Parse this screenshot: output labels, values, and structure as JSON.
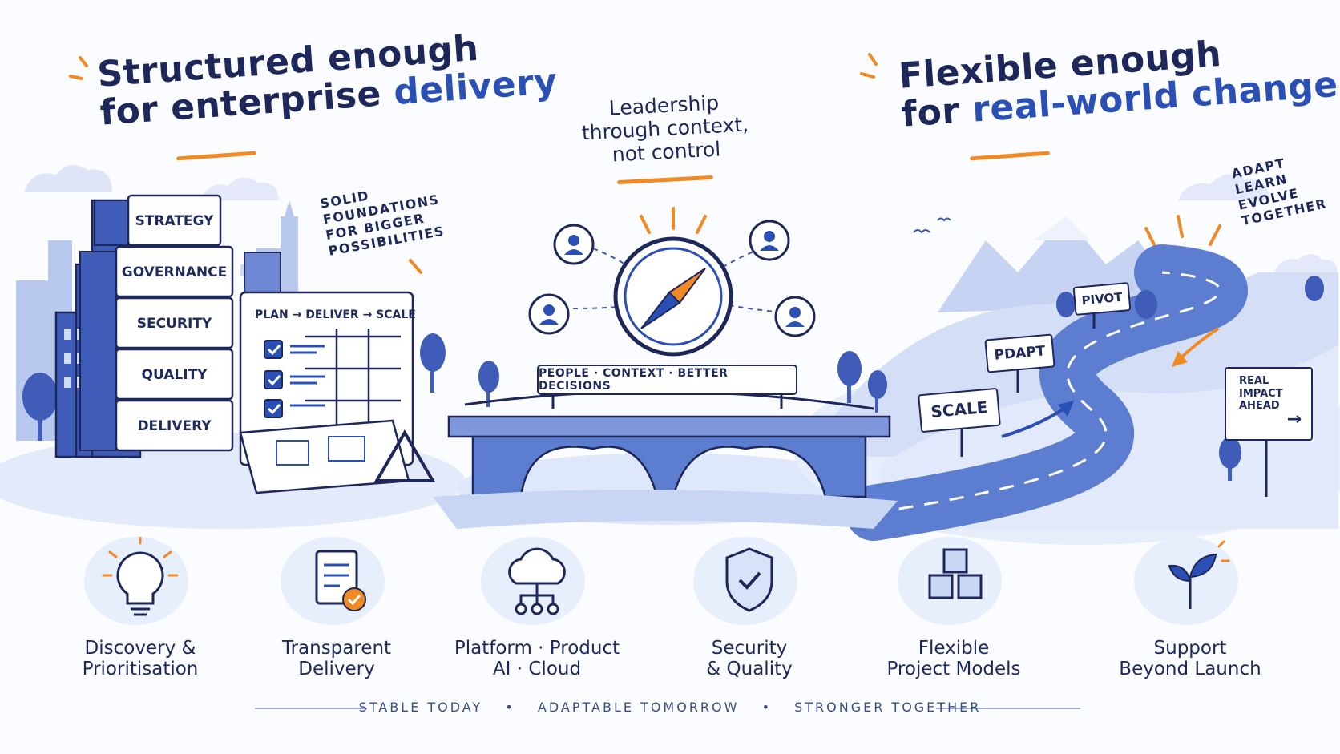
{
  "left_headline": {
    "line1": "Structured enough",
    "line2_plain": "for enterprise ",
    "line2_accent": "delivery"
  },
  "right_headline": {
    "line1": "Flexible enough",
    "line2_plain": "for ",
    "line2_accent": "real-world change"
  },
  "center_note": {
    "line1": "Leadership",
    "line2": "through context,",
    "line3": "not control"
  },
  "foundation_note": {
    "line1": "SOLID",
    "line2": "FOUNDATIONS",
    "line3": "FOR BIGGER",
    "line4": "POSSIBILITIES"
  },
  "adapt_note": {
    "line1": "ADAPT",
    "line2": "LEARN",
    "line3": "EVOLVE",
    "line4": "TOGETHER"
  },
  "building_blocks": {
    "strategy": "STRATEGY",
    "governance": "GOVERNANCE",
    "security": "SECURITY",
    "quality": "QUALITY",
    "delivery": "DELIVERY"
  },
  "board": {
    "title": "PLAN → DELIVER → SCALE"
  },
  "bridge_sign": "PEOPLE · CONTEXT · BETTER DECISIONS",
  "signs": {
    "pivot": "PIVOT",
    "adapt": "PDAPT",
    "scale": "SCALE",
    "impact_line1": "REAL",
    "impact_line2": "IMPACT",
    "impact_line3": "AHEAD",
    "impact_arrow": "→"
  },
  "features": [
    {
      "icon": "lightbulb-icon",
      "line1": "Discovery &",
      "line2": "Prioritisation"
    },
    {
      "icon": "checklist-document-icon",
      "line1": "Transparent",
      "line2": "Delivery"
    },
    {
      "icon": "cloud-network-icon",
      "line1": "Platform · Product",
      "line2": "AI · Cloud"
    },
    {
      "icon": "shield-check-icon",
      "line1": "Security",
      "line2": "& Quality"
    },
    {
      "icon": "cubes-icon",
      "line1": "Flexible",
      "line2": "Project Models"
    },
    {
      "icon": "sprout-icon",
      "line1": "Support",
      "line2": "Beyond Launch"
    }
  ],
  "tagline": {
    "part1": "STABLE TODAY",
    "sep": "•",
    "part2": "ADAPTABLE TOMORROW",
    "part3": "STRONGER TOGETHER"
  },
  "colors": {
    "navy": "#1e2759",
    "blue": "#2a4fb5",
    "light_blue": "#e7eefc",
    "orange": "#f08a24"
  }
}
